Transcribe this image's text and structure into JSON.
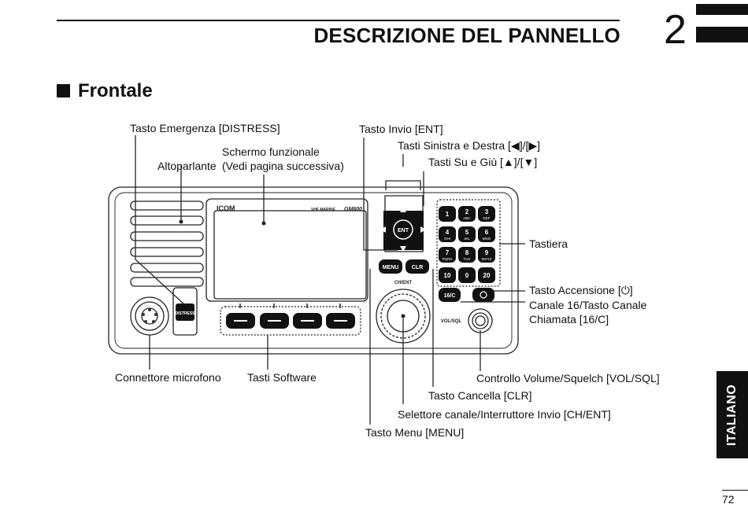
{
  "header": {
    "title": "DESCRIZIONE DEL PANNELLO",
    "chapter_number": "2"
  },
  "section": {
    "title": "Frontale"
  },
  "labels": {
    "distress": "Tasto Emergenza [DISTRESS]",
    "display_line1": "Schermo funzionale",
    "display_line2": "(Vedi pagina successiva)",
    "speaker": "Altoparlante",
    "ent": "Tasto Invio [ENT]",
    "left_right": "Tasti Sinistra e Destra [◀]/[▶]",
    "up_down": "Tasti Su e Giù [▲]/[▼]",
    "keypad": "Tastiera",
    "power": "Tasto Accensione [⏻]",
    "ch16_line1": "Canale 16/Tasto Canale",
    "ch16_line2": "Chiamata [16/C]",
    "mic": "Connettore microfono",
    "softkeys": "Tasti Software",
    "vol": "Controllo Volume/Squelch [VOL/SQL]",
    "clr": "Tasto Cancella [CLR]",
    "ch_ent": "Selettore canale/Interruttore Invio [CH/ENT]",
    "menu": "Tasto Menu [MENU]"
  },
  "device": {
    "brand": "ICOM",
    "model_prefix": "VHF MARINE",
    "model": "GM600",
    "distress_key": "DISTRESS",
    "menu_key": "MENU",
    "clr_key": "CLR",
    "ent_key": "ENT",
    "ch_ent_label": "CH/ENT",
    "ch16_key": "16/C",
    "vol_label": "VOL/SQL",
    "keypad": [
      {
        "num": "1",
        "sub": ""
      },
      {
        "num": "2",
        "sub": "ABC"
      },
      {
        "num": "3",
        "sub": "DEF"
      },
      {
        "num": "4",
        "sub": "GHI"
      },
      {
        "num": "5",
        "sub": "JKL"
      },
      {
        "num": "6",
        "sub": "MNO"
      },
      {
        "num": "7",
        "sub": "PQRS"
      },
      {
        "num": "8",
        "sub": "TUV"
      },
      {
        "num": "9",
        "sub": "WXYZ"
      },
      {
        "num": "10",
        "sub": ""
      },
      {
        "num": "0",
        "sub": ""
      },
      {
        "num": "20",
        "sub": ""
      }
    ]
  },
  "side_tab": "ITALIANO",
  "page_number": "72"
}
